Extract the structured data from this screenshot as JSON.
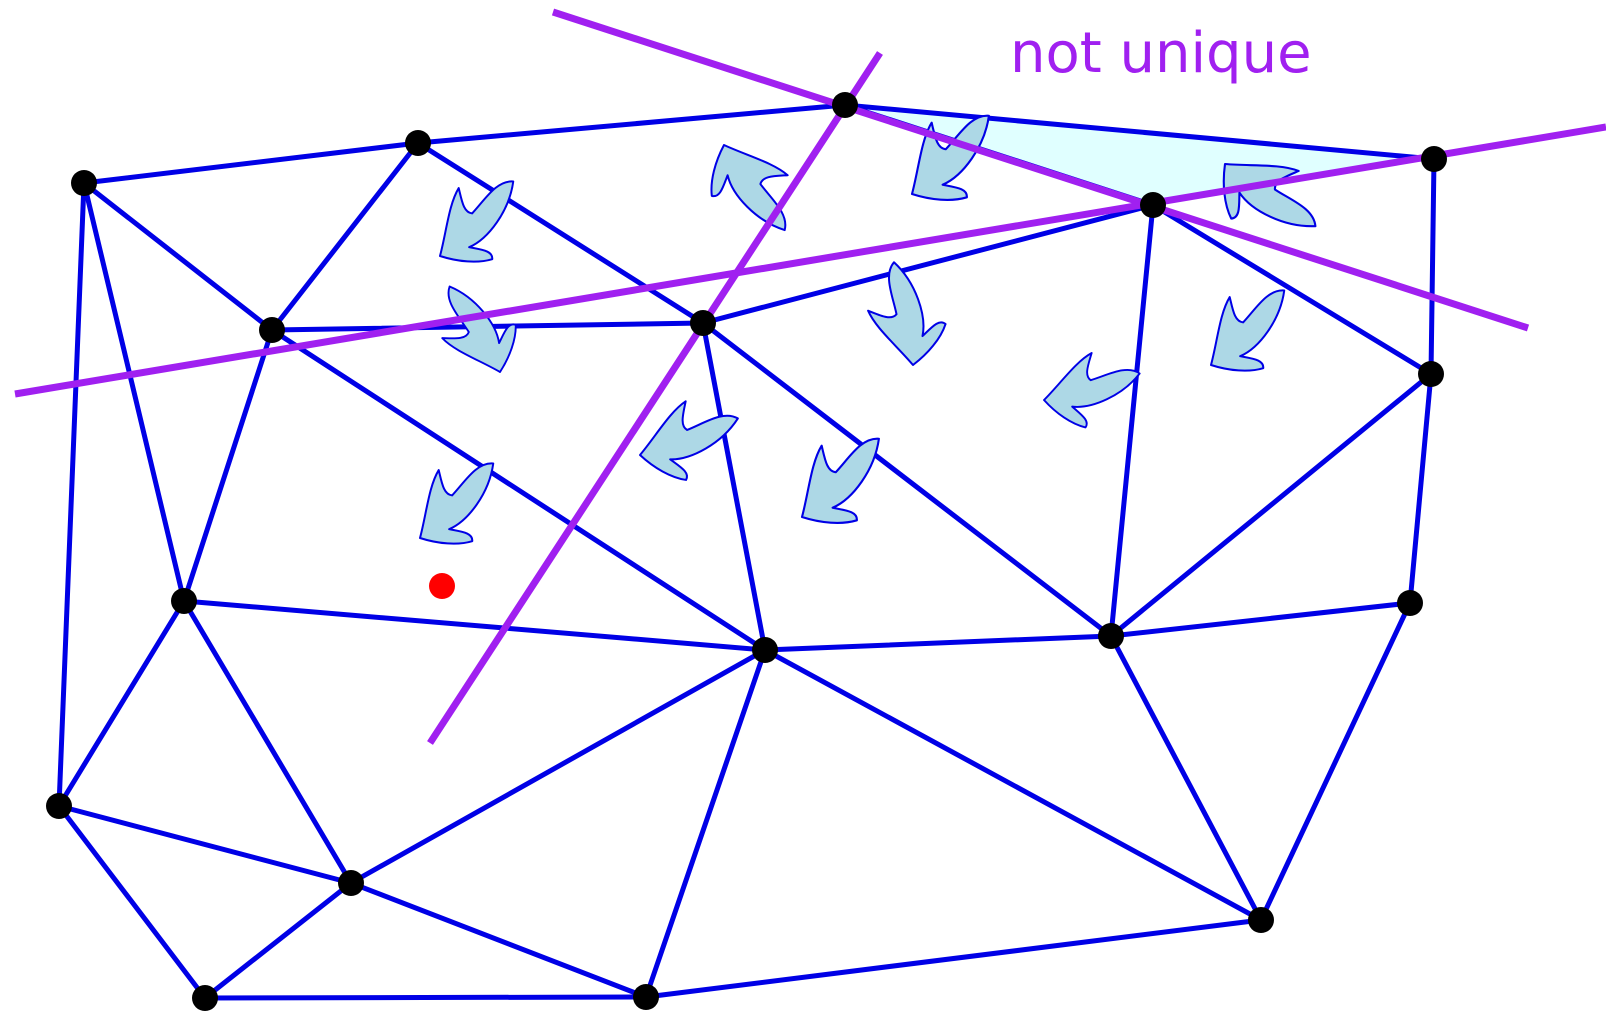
{
  "label": "not unique",
  "colors": {
    "edge": "#0000e6",
    "line": "#a020f0",
    "vertex": "#000000",
    "query_point": "#ff0000",
    "arrow_fill": "#add8e6",
    "arrow_stroke": "#0000e6",
    "triangle_fill": "#e0ffff"
  },
  "icons": [
    "vertex-dot",
    "query-point-dot",
    "direction-arrow-icon"
  ]
}
